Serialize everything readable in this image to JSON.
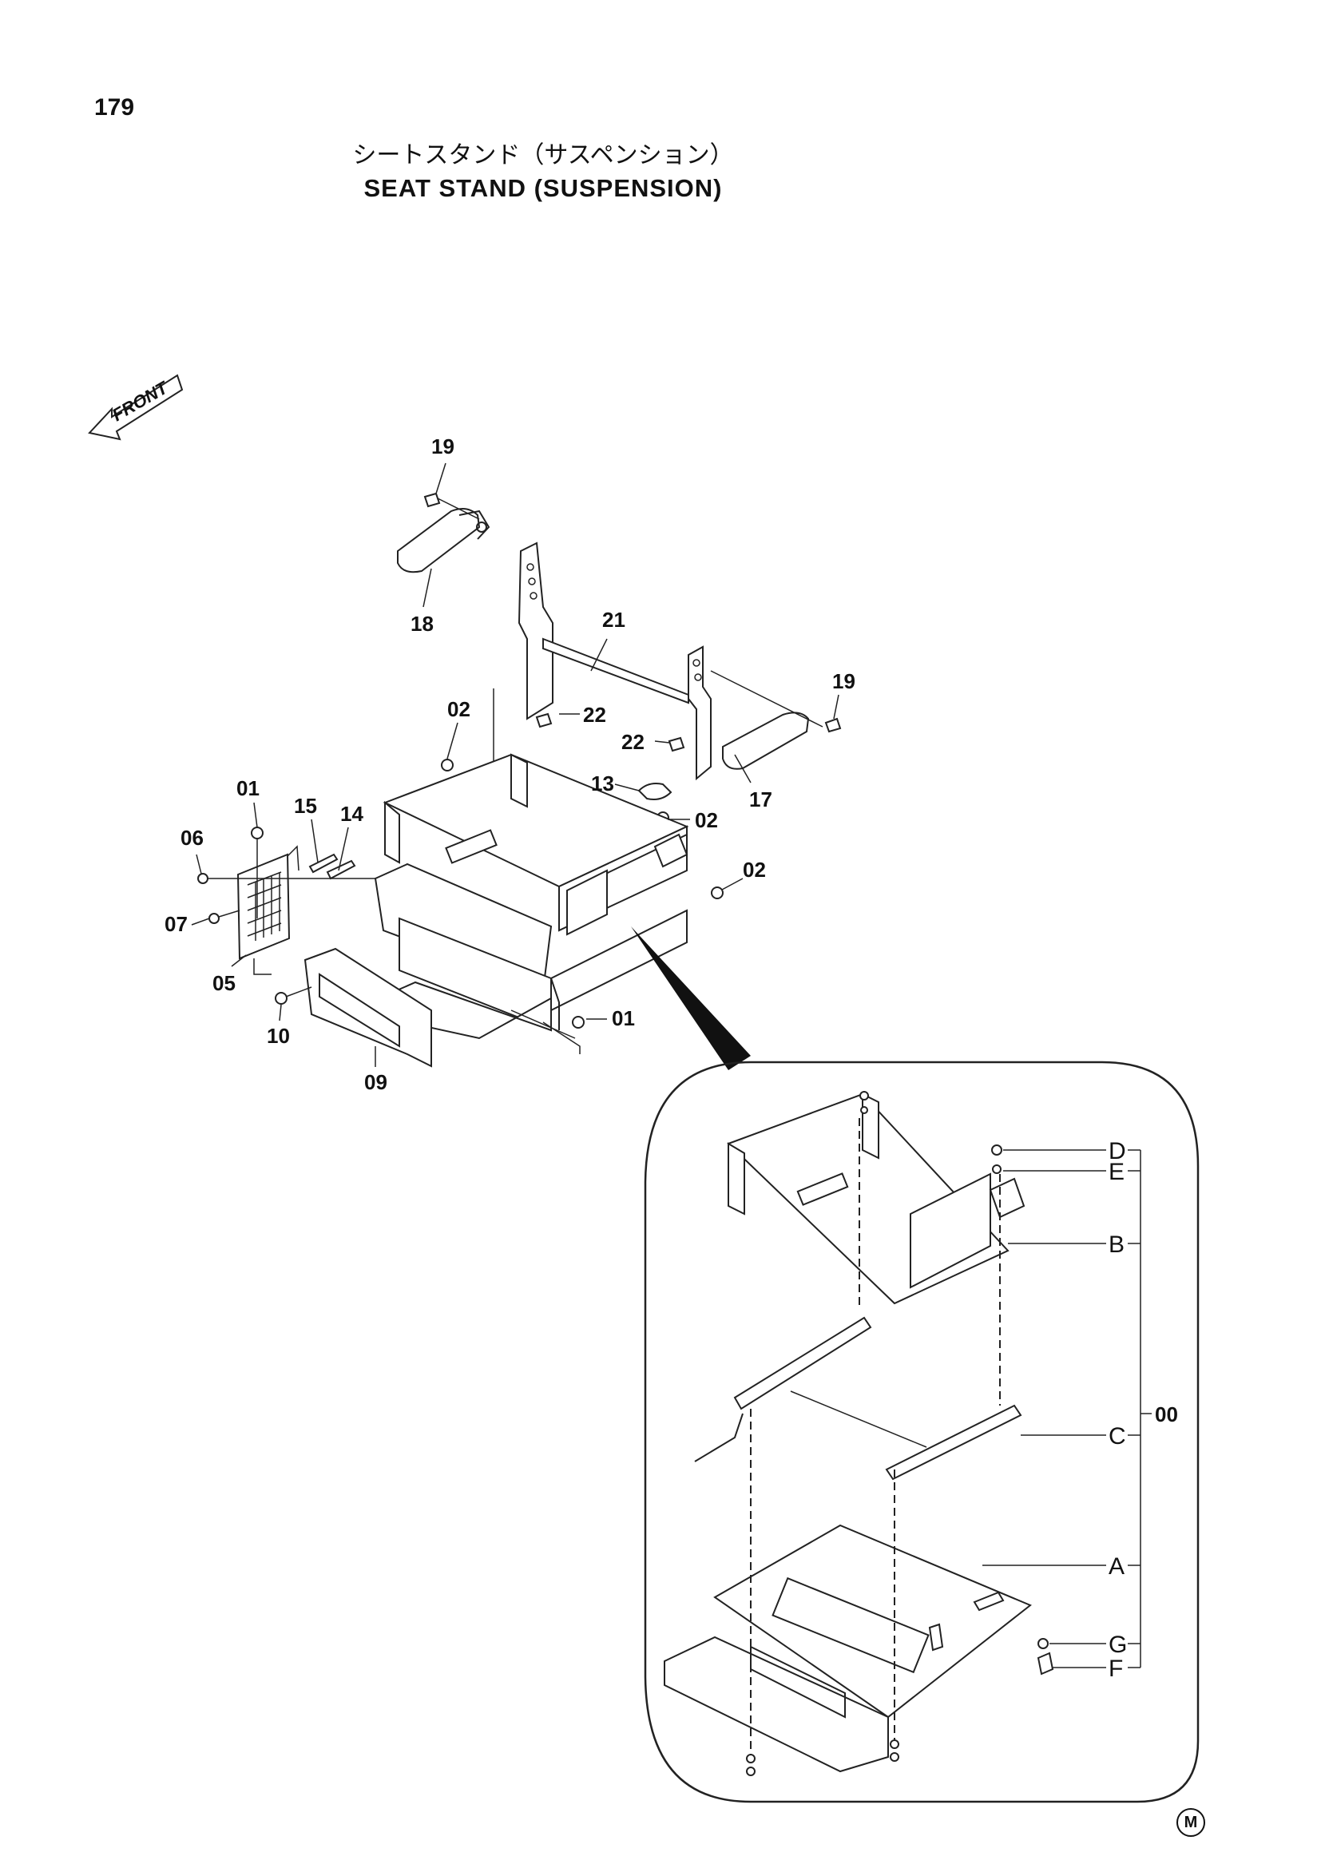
{
  "page": {
    "number": "179"
  },
  "title": {
    "japanese": "シートスタンド（サスペンション）",
    "english": "SEAT STAND (SUSPENSION)"
  },
  "front_marker": {
    "label": "FRONT"
  },
  "callouts": {
    "c01a": "01",
    "c01b": "01",
    "c02a": "02",
    "c02b": "02",
    "c02c": "02",
    "c05": "05",
    "c06": "06",
    "c07": "07",
    "c09": "09",
    "c10": "10",
    "c13": "13",
    "c14": "14",
    "c15": "15",
    "c17": "17",
    "c18": "18",
    "c19a": "19",
    "c19b": "19",
    "c21": "21",
    "c22a": "22",
    "c22b": "22"
  },
  "detail_callouts": {
    "d": "D",
    "e": "E",
    "b": "B",
    "c": "C",
    "a": "A",
    "g": "G",
    "f": "F",
    "assembly": "00"
  },
  "footer": {
    "maker_mark": "M"
  }
}
